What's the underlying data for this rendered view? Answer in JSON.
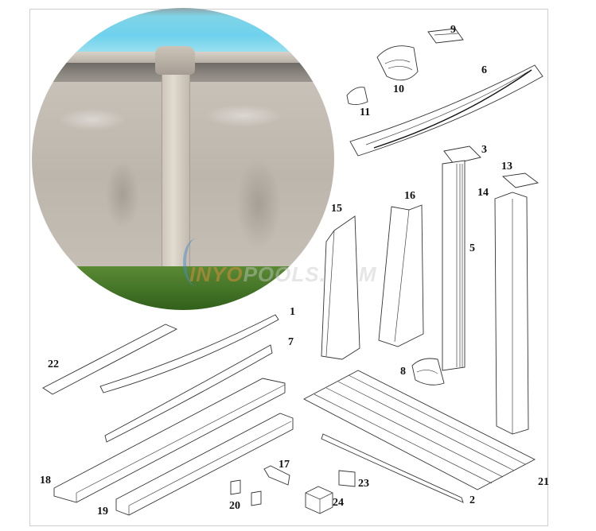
{
  "diagram": {
    "type": "exploded-parts-diagram",
    "subject": "Above-ground pool wall and frame components",
    "watermark": {
      "prefix": "INYO",
      "suffix": "POOLS.COM"
    },
    "photo": {
      "description": "Circular photo of pool wall with upright post, top rail, water and grass"
    },
    "parts": [
      {
        "id": "1",
        "label": "1"
      },
      {
        "id": "2",
        "label": "2"
      },
      {
        "id": "3",
        "label": "3"
      },
      {
        "id": "5",
        "label": "5"
      },
      {
        "id": "6",
        "label": "6"
      },
      {
        "id": "7",
        "label": "7"
      },
      {
        "id": "8",
        "label": "8"
      },
      {
        "id": "9",
        "label": "9"
      },
      {
        "id": "10",
        "label": "10"
      },
      {
        "id": "11",
        "label": "11"
      },
      {
        "id": "13",
        "label": "13"
      },
      {
        "id": "14",
        "label": "14"
      },
      {
        "id": "15",
        "label": "15"
      },
      {
        "id": "16",
        "label": "16"
      },
      {
        "id": "17",
        "label": "17"
      },
      {
        "id": "18",
        "label": "18"
      },
      {
        "id": "19",
        "label": "19"
      },
      {
        "id": "20",
        "label": "20"
      },
      {
        "id": "21",
        "label": "21"
      },
      {
        "id": "22",
        "label": "22"
      },
      {
        "id": "23",
        "label": "23"
      },
      {
        "id": "24",
        "label": "24"
      }
    ]
  }
}
